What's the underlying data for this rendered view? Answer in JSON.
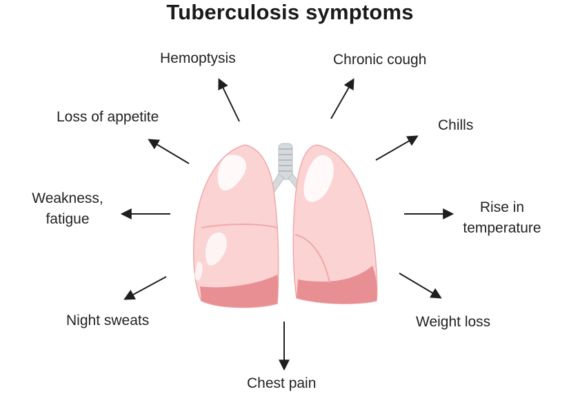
{
  "title": "Tuberculosis symptoms",
  "symptoms": {
    "hemoptysis": "Hemoptysis",
    "chronic_cough": "Chronic cough",
    "loss_of_appetite": "Loss of appetite",
    "chills": "Chills",
    "weakness_line1": "Weakness,",
    "weakness_line2": "fatigue",
    "rise_line1": "Rise in",
    "rise_line2": "temperature",
    "night_sweats": "Night sweats",
    "weight_loss": "Weight loss",
    "chest_pain": "Chest pain"
  },
  "colors": {
    "lung_light": "#fbd3d3",
    "lung_mid": "#f3b5b5",
    "lung_dark": "#e88f93",
    "trachea": "#d6dadd",
    "arrow": "#1e1e1e"
  }
}
